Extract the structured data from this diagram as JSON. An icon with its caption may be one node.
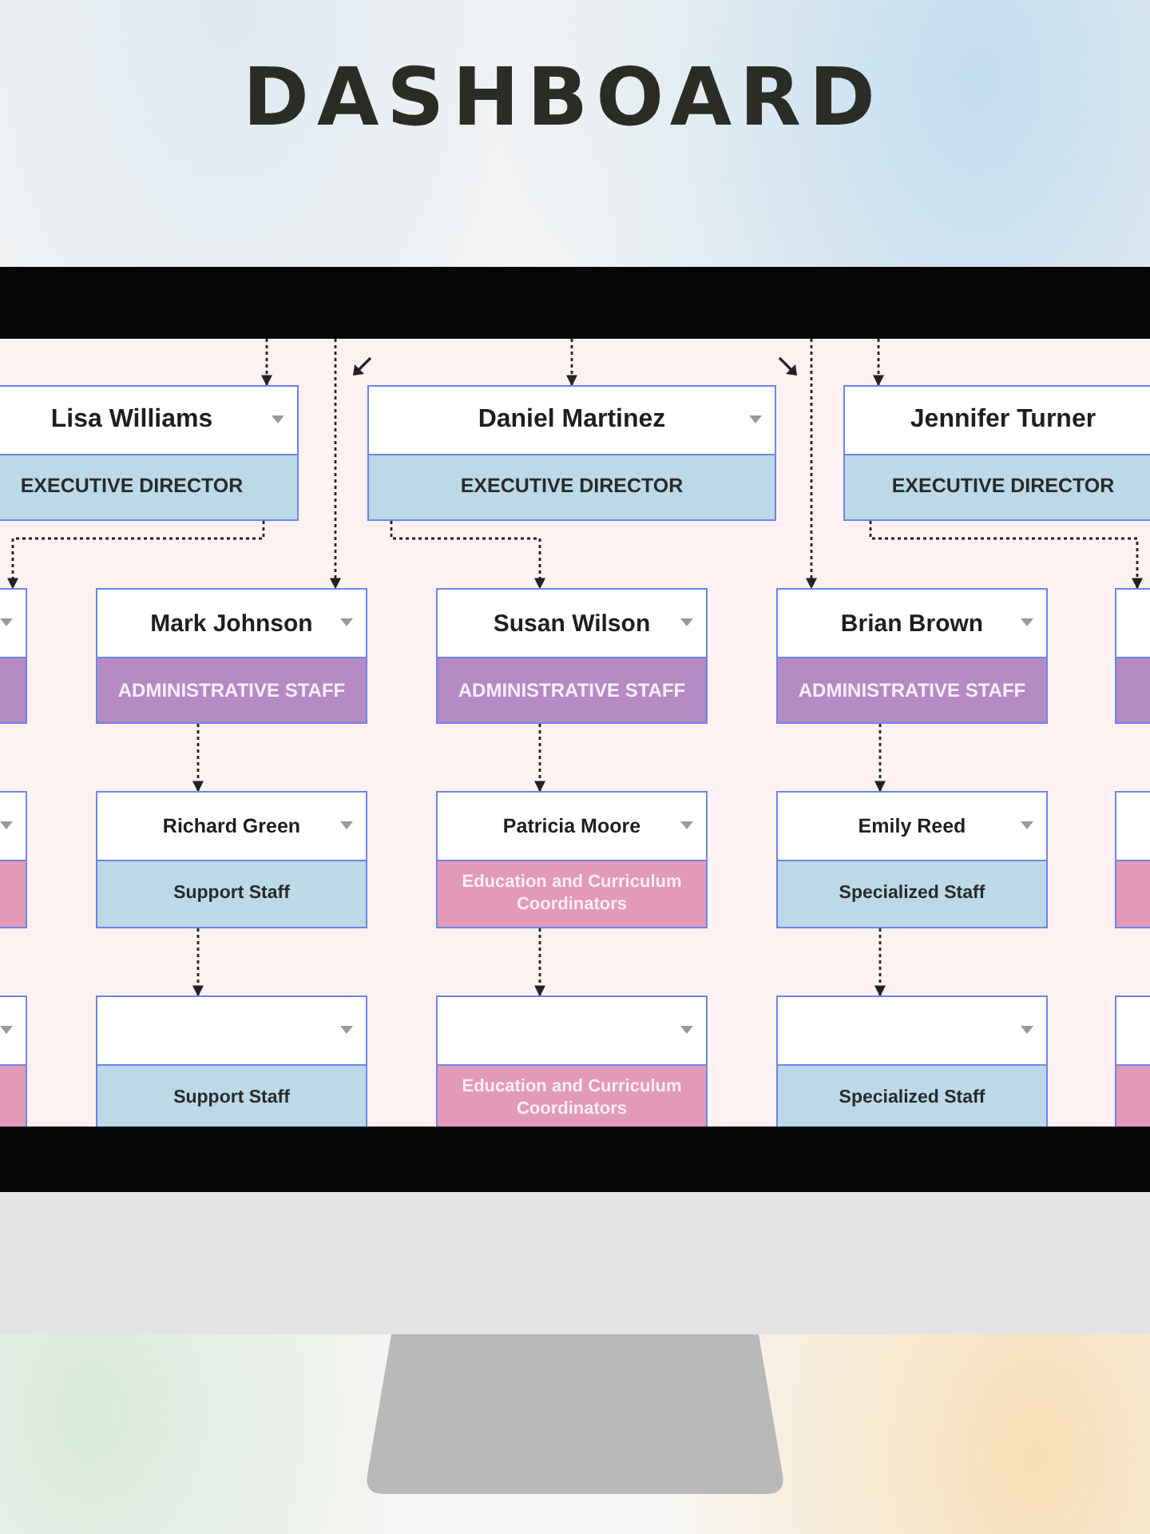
{
  "diagram": {
    "title": "DASHBOARD",
    "nodes": [
      {
        "text": [
          "Lisa Williams",
          "EXECUTIVE DIRECTOR"
        ]
      },
      {
        "text": [
          "Daniel Martinez",
          "EXECUTIVE DIRECTOR"
        ]
      },
      {
        "text": [
          "Jennifer Turner",
          "EXECUTIVE DIRECTOR"
        ]
      },
      {
        "text": [],
        "shape": "box"
      },
      {
        "text": [
          "Mark Johnson",
          "ADMINISTRATIVE STAFF"
        ]
      },
      {
        "text": [
          "Susan Wilson",
          "ADMINISTRATIVE STAFF"
        ]
      },
      {
        "text": [
          "Brian Brown",
          "ADMINISTRATIVE STAFF"
        ]
      },
      {
        "text": [],
        "shape": "box"
      },
      {
        "text": [],
        "shape": "box"
      },
      {
        "text": [
          "Richard Green",
          "Support Staff"
        ]
      },
      {
        "text": [
          "Patricia Moore",
          "Education and Curriculum Coordinators"
        ]
      },
      {
        "text": [
          "Emily Reed",
          "Specialized Staff"
        ]
      },
      {
        "text": [],
        "shape": "box"
      },
      {
        "text": [],
        "shape": "box"
      },
      {
        "text": [
          "Support Staff"
        ]
      },
      {
        "text": [
          "Education and Curriculum Coordinators"
        ]
      },
      {
        "text": [
          "Specialized Staff"
        ]
      },
      {
        "text": [],
        "shape": "box"
      }
    ],
    "edges": [
      {
        "from": null,
        "to": 0,
        "arrow": "to",
        "style": "dashed"
      },
      {
        "from": null,
        "to": 1,
        "arrow": "to",
        "style": "dashed"
      },
      {
        "from": null,
        "to": 2,
        "arrow": "to",
        "style": "dashed"
      },
      {
        "from": null,
        "to": 4,
        "arrow": "to",
        "style": "dashed"
      },
      {
        "from": null,
        "to": 6,
        "arrow": "to",
        "style": "dashed"
      },
      {
        "from": 0,
        "to": 3,
        "arrow": "to",
        "style": "dashed"
      },
      {
        "from": 1,
        "to": 5,
        "arrow": "to",
        "style": "dashed"
      },
      {
        "from": 2,
        "to": 7,
        "arrow": "to",
        "style": "dashed"
      },
      {
        "from": 4,
        "to": 9,
        "arrow": "to",
        "style": "dashed"
      },
      {
        "from": 5,
        "to": 10,
        "arrow": "to",
        "style": "dashed"
      },
      {
        "from": 6,
        "to": 11,
        "arrow": "to",
        "style": "dashed"
      },
      {
        "from": 9,
        "to": 14,
        "arrow": "to",
        "style": "dashed"
      },
      {
        "from": 10,
        "to": 15,
        "arrow": "to",
        "style": "dashed"
      },
      {
        "from": 11,
        "to": 16,
        "arrow": "to",
        "style": "dashed"
      }
    ]
  }
}
